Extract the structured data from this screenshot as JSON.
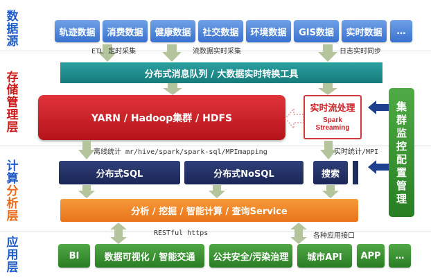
{
  "layers": {
    "source": "数\n据\n源",
    "storage": "存\n储\n管\n理\n层",
    "compute_a": "计\n算",
    "compute_b": "分\n析\n层",
    "app": "应\n用\n层"
  },
  "sources": [
    "轨迹数据",
    "消费数据",
    "健康数据",
    "社交数据",
    "环境数据",
    "GIS数据",
    "实时数据",
    "…"
  ],
  "notes": {
    "etl": "ETL 定时采集",
    "stream": "流数据实时采集",
    "log": "日志实时同步",
    "offline": "离线统计 mr/hive/spark/spark-sql/MPImapping",
    "realtime": "实时统计/MPI",
    "restful": "RESTful https",
    "api": "各种应用接口"
  },
  "queue": "分布式消息队列 / 大数据实时转换工具",
  "hadoop": "YARN / Hadoop集群 / HDFS",
  "stream_box": {
    "title": "实时流处理",
    "line1": "Spark",
    "line2": "Streaming"
  },
  "cluster": "集\n群\n监\n控\n配\n置\n管\n理",
  "compute": [
    "分布式SQL",
    "分布式NoSQL",
    "搜索"
  ],
  "service": "分析 / 挖掘 / 智能计算 / 查询Service",
  "apps": [
    "BI",
    "数据可视化 / 智能交通",
    "公共安全/污染治理",
    "城市API",
    "APP",
    "…"
  ],
  "colors": {
    "source_blue": "#3a72cf",
    "teal": "#1b8b8b",
    "red": "#d31f26",
    "navy": "#1f2c61",
    "orange": "#f08a24",
    "green": "#2f8a2a"
  }
}
